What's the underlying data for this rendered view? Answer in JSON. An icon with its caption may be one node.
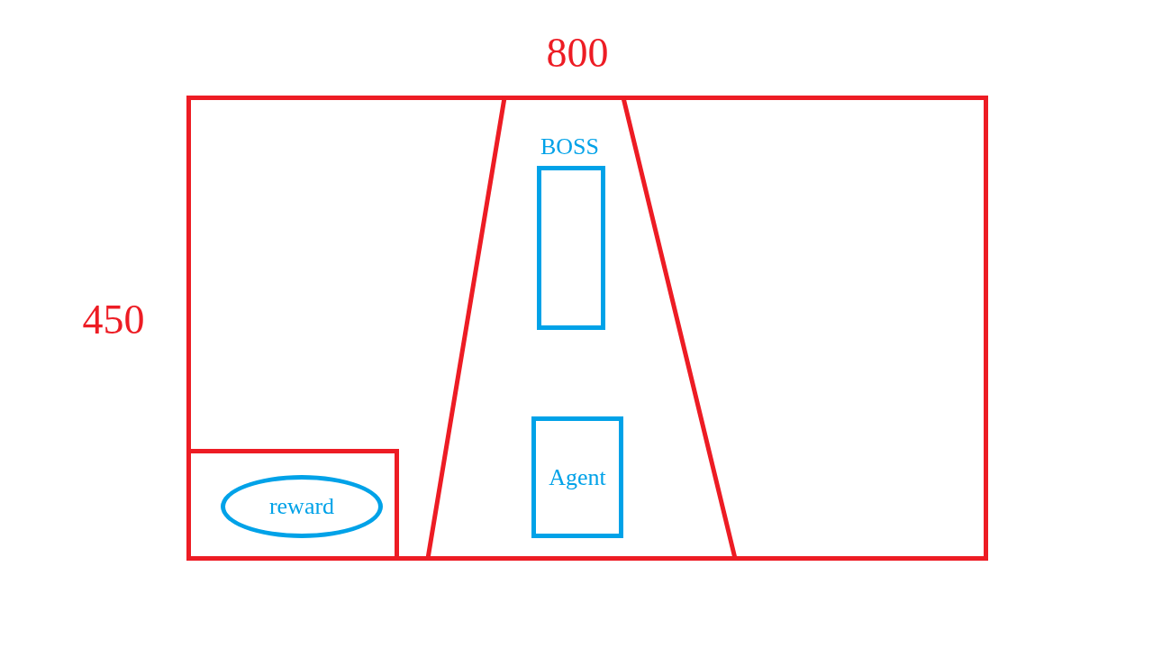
{
  "diagram": {
    "nodes": [
      {
        "text": [],
        "shape": "box"
      },
      {
        "text": [],
        "shape": "trapezoid",
        "in": 0
      },
      {
        "text": [
          "BOSS"
        ],
        "in": 1
      },
      {
        "text": [
          "Agent"
        ],
        "in": 1
      },
      {
        "text": [],
        "shape": "box",
        "in": 0
      },
      {
        "text": [
          "reward"
        ],
        "in": 4
      }
    ],
    "edges": [],
    "labels": [
      "800",
      "450"
    ]
  }
}
